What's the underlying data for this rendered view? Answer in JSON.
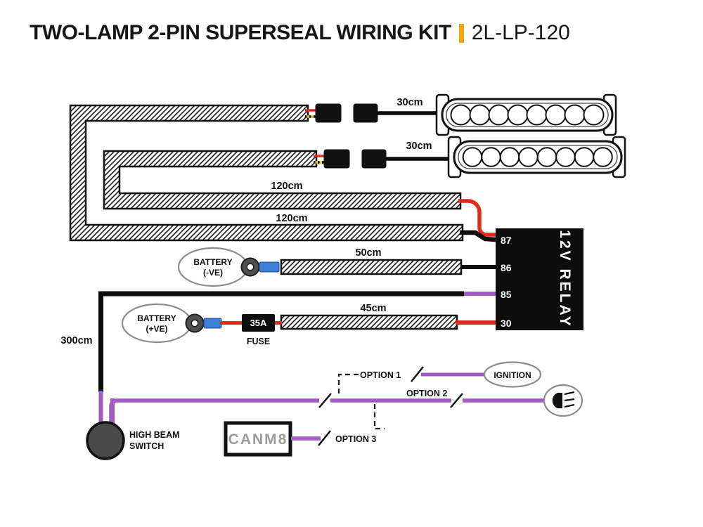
{
  "title": {
    "main": "TWO-LAMP 2-PIN SUPERSEAL WIRING KIT",
    "code": "2L-LP-120"
  },
  "colors": {
    "accent_orange": "#F7A600",
    "wire_red": "#DD2C1E",
    "wire_black": "#0D0D0D",
    "wire_purple": "#A259C4",
    "wire_yellow": "#EFC319",
    "crimp_blue": "#3F7FD6",
    "relay_bg": "#0D0D0D",
    "canm8_text": "#9B9B9B",
    "switch_fill": "#4A4A4A",
    "oval_stroke": "#8C8C8C"
  },
  "diagram": {
    "lamp_wires": {
      "lamp1_length": "30cm",
      "lamp2_length": "30cm"
    },
    "cables": {
      "upper_run_length": "120cm",
      "lower_run_length": "120cm",
      "battery_negative_length": "50cm",
      "battery_positive_length": "45cm",
      "switch_cable_length": "300cm"
    },
    "battery_negative": {
      "line1": "BATTERY",
      "line2": "(-VE)"
    },
    "battery_positive": {
      "line1": "BATTERY",
      "line2": "(+VE)"
    },
    "fuse": {
      "rating": "35A",
      "label": "FUSE"
    },
    "relay": {
      "label": "12V RELAY",
      "pins": {
        "p87": "87",
        "p86": "86",
        "p85": "85",
        "p30": "30"
      }
    },
    "options": {
      "option1": "OPTION 1",
      "option2": "OPTION 2",
      "option3": "OPTION 3"
    },
    "ignition": "IGNITION",
    "canm8": "CANM8",
    "switch": {
      "line1": "HIGH BEAM",
      "line2": "SWITCH"
    }
  }
}
